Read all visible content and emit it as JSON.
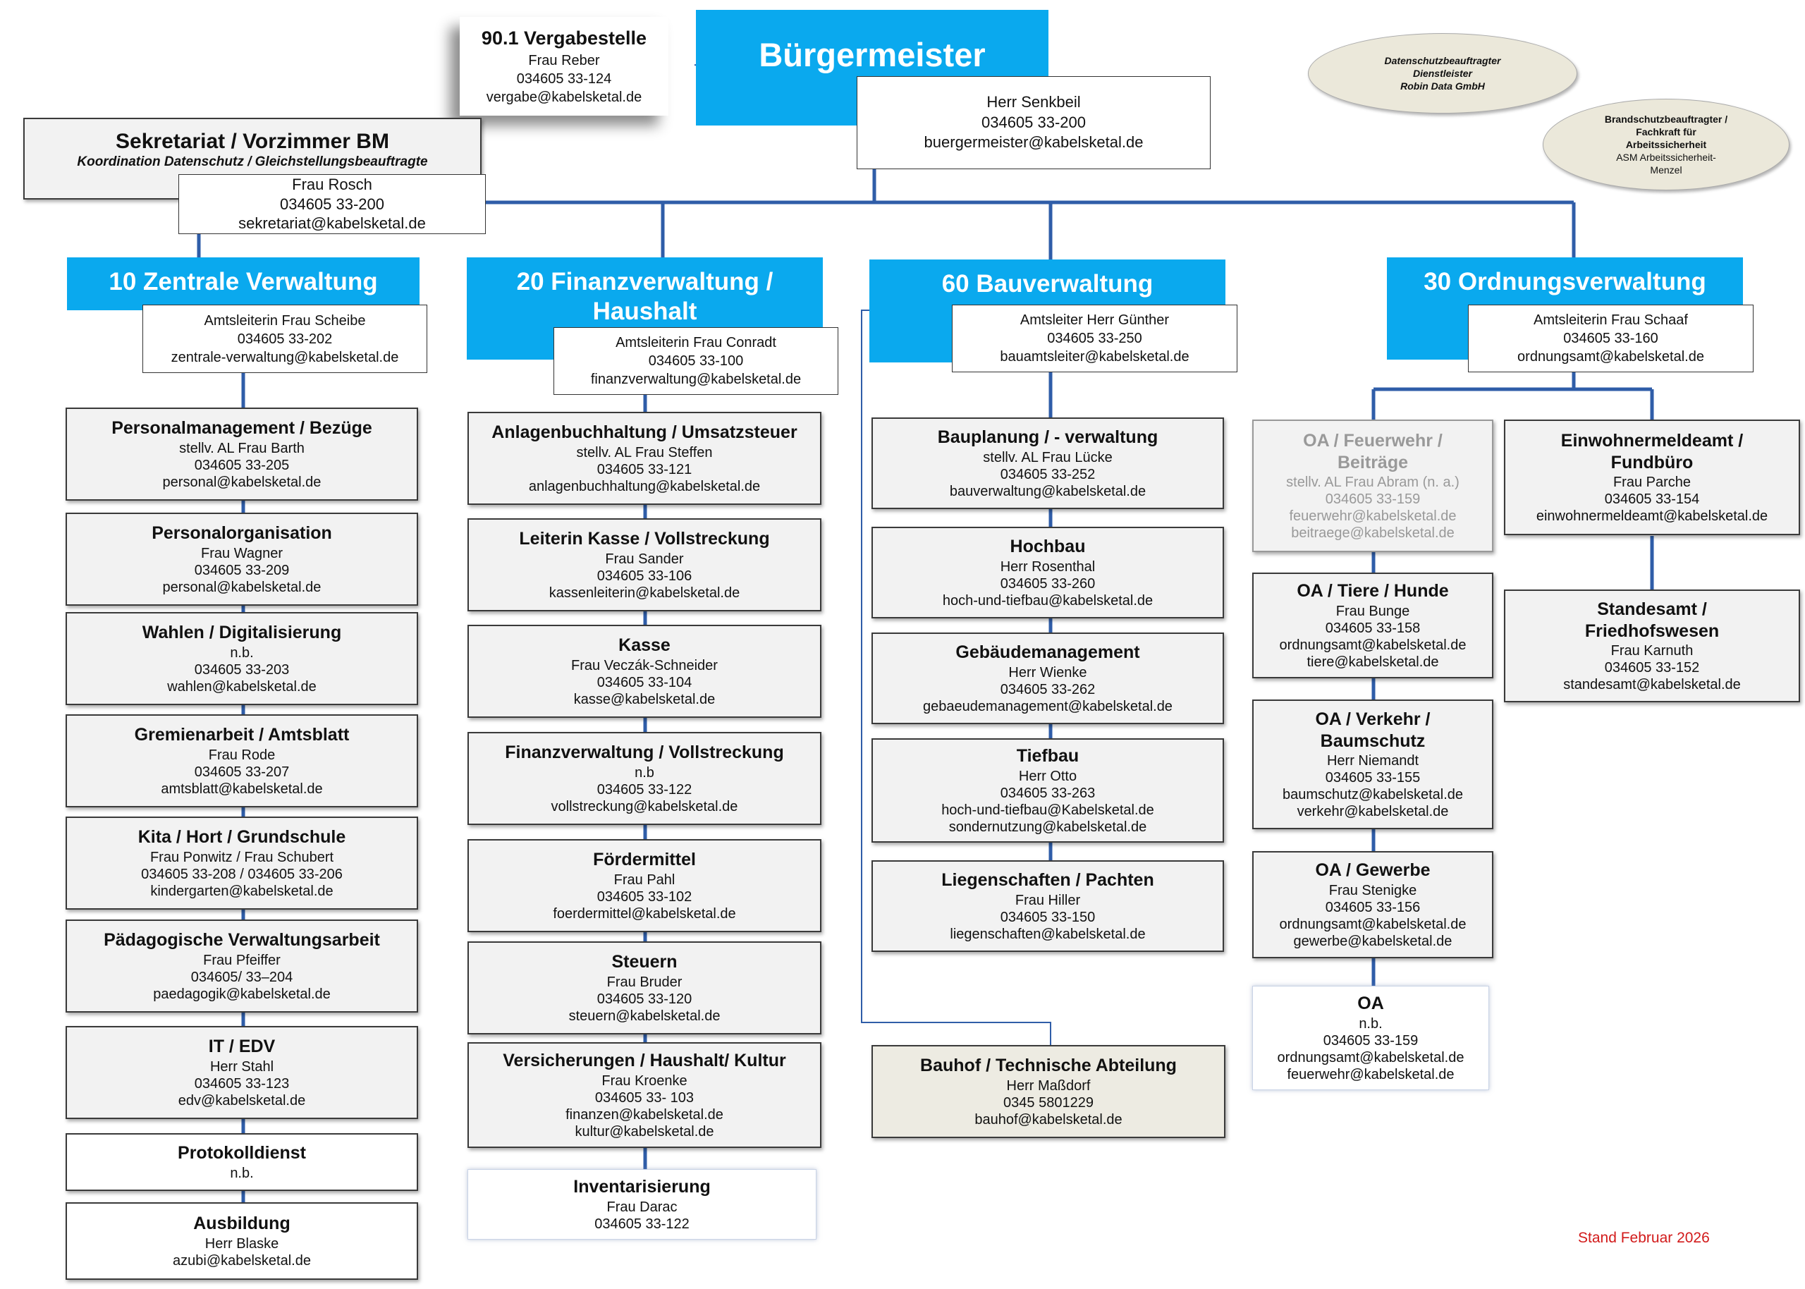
{
  "colors": {
    "accent": "#0aa9ee",
    "lines": "#2f5da8",
    "stand": "#d21a1a"
  },
  "mayor": {
    "title": "Bürgermeister",
    "name": "Herr Senkbeil",
    "phone": "034605 33-200",
    "email": "buergermeister@kabelsketal.de"
  },
  "vergabe": {
    "title": "90.1 Vergabestelle",
    "name": "Frau Reber",
    "phone": "034605 33-124",
    "email": "vergabe@kabelsketal.de"
  },
  "sekretariat": {
    "title": "Sekretariat / Vorzimmer BM",
    "subtitle": "Koordination Datenschutz / Gleichstellungsbeauftragte",
    "name": "Frau Rosch",
    "phone": "034605 33-200",
    "email": "sekretariat@kabelsketal.de"
  },
  "datenschutz": {
    "l1": "Datenschutzbeauftragter",
    "l2": "Dienstleister",
    "l3": "Robin Data GmbH"
  },
  "brandschutz": {
    "l1": "Brandschutzbeauftragter /",
    "l2": "Fachkraft für",
    "l3": "Arbeitssicherheit",
    "l4": "ASM Arbeitssicherheit-",
    "l5": "Menzel"
  },
  "departments": [
    {
      "title": "10 Zentrale Verwaltung",
      "head": "Amtsleiterin Frau Scheibe",
      "phone": "034605 33-202",
      "email": "zentrale-verwaltung@kabelsketal.de"
    },
    {
      "title": "20 Finanzverwaltung / Haushalt",
      "head": "Amtsleiterin Frau Conradt",
      "phone": "034605 33-100",
      "email": "finanzverwaltung@kabelsketal.de"
    },
    {
      "title": "60 Bauverwaltung",
      "head": "Amtsleiter Herr Günther",
      "phone": "034605 33-250",
      "email": "bauamtsleiter@kabelsketal.de"
    },
    {
      "title": "30 Ordnungsverwaltung",
      "head": "Amtsleiterin Frau Schaaf",
      "phone": "034605 33-160",
      "email": "ordnungsamt@kabelsketal.de"
    }
  ],
  "zentrale": [
    {
      "title": "Personalmanagement / Bezüge",
      "lines": [
        "stellv. AL Frau Barth",
        "034605 33-205",
        "personal@kabelsketal.de"
      ]
    },
    {
      "title": "Personalorganisation",
      "lines": [
        "Frau Wagner",
        "034605 33-209",
        "personal@kabelsketal.de"
      ]
    },
    {
      "title": "Wahlen / Digitalisierung",
      "lines": [
        "n.b.",
        "034605 33-203",
        "wahlen@kabelsketal.de"
      ]
    },
    {
      "title": "Gremienarbeit / Amtsblatt",
      "lines": [
        "Frau Rode",
        "034605 33-207",
        "amtsblatt@kabelsketal.de"
      ]
    },
    {
      "title": "Kita / Hort / Grundschule",
      "lines": [
        "Frau Ponwitz / Frau Schubert",
        "034605 33-208 / 034605 33-206",
        "kindergarten@kabelsketal.de"
      ]
    },
    {
      "title": "Pädagogische Verwaltungsarbeit",
      "lines": [
        "Frau Pfeiffer",
        "034605/ 33–204",
        "paedagogik@kabelsketal.de"
      ]
    },
    {
      "title": "IT / EDV",
      "lines": [
        "Herr Stahl",
        "034605 33-123",
        "edv@kabelsketal.de"
      ]
    },
    {
      "title": "Protokolldienst",
      "lines": [
        "n.b."
      ]
    },
    {
      "title": "Ausbildung",
      "lines": [
        "Herr Blaske",
        "azubi@kabelsketal.de"
      ]
    }
  ],
  "finanz": [
    {
      "title": "Anlagenbuchhaltung / Umsatzsteuer",
      "lines": [
        "stellv. AL Frau Steffen",
        "034605 33-121",
        "anlagenbuchhaltung@kabelsketal.de"
      ]
    },
    {
      "title": "Leiterin Kasse / Vollstreckung",
      "lines": [
        "Frau Sander",
        "034605 33-106",
        "kassenleiterin@kabelsketal.de"
      ]
    },
    {
      "title": "Kasse",
      "lines": [
        "Frau Veczák-Schneider",
        "034605 33-104",
        "kasse@kabelsketal.de"
      ]
    },
    {
      "title": "Finanzverwaltung / Vollstreckung",
      "lines": [
        "n.b",
        "034605 33-122",
        "vollstreckung@kabelsketal.de"
      ]
    },
    {
      "title": "Fördermittel",
      "lines": [
        "Frau Pahl",
        "034605 33-102",
        "foerdermittel@kabelsketal.de"
      ]
    },
    {
      "title": "Steuern",
      "lines": [
        "Frau Bruder",
        "034605 33-120",
        "steuern@kabelsketal.de"
      ]
    },
    {
      "title": "Versicherungen / Haushalt/ Kultur",
      "lines": [
        "Frau Kroenke",
        "034605 33- 103",
        "finanzen@kabelsketal.de",
        "kultur@kabelsketal.de"
      ]
    },
    {
      "title": "Inventarisierung",
      "lines": [
        "Frau Darac",
        "034605 33-122"
      ]
    }
  ],
  "bau": [
    {
      "title": "Bauplanung / - verwaltung",
      "lines": [
        "stellv. AL Frau Lücke",
        "034605 33-252",
        "bauverwaltung@kabelsketal.de"
      ]
    },
    {
      "title": "Hochbau",
      "lines": [
        "Herr Rosenthal",
        "034605 33-260",
        "hoch-und-tiefbau@kabelsketal.de"
      ]
    },
    {
      "title": "Gebäudemanagement",
      "lines": [
        "Herr Wienke",
        "034605 33-262",
        "gebaeudemanagement@kabelsketal.de"
      ]
    },
    {
      "title": "Tiefbau",
      "lines": [
        "Herr Otto",
        "034605 33-263",
        "hoch-und-tiefbau@Kabelsketal.de",
        "sondernutzung@kabelsketal.de"
      ]
    },
    {
      "title": "Liegenschaften / Pachten",
      "lines": [
        "Frau Hiller",
        "034605 33-150",
        "liegenschaften@kabelsketal.de"
      ]
    },
    {
      "title": "Bauhof / Technische Abteilung",
      "lines": [
        "Herr Maßdorf",
        "0345 5801229",
        "bauhof@kabelsketal.de"
      ]
    }
  ],
  "ordnung_left": [
    {
      "title": "OA / Feuerwehr / Beiträge",
      "lines": [
        "stellv. AL Frau Abram (n. a.)",
        "034605 33-159",
        "feuerwehr@kabelsketal.de",
        "beitraege@kabelsketal.de"
      ]
    },
    {
      "title": "OA / Tiere / Hunde",
      "lines": [
        "Frau Bunge",
        "034605 33-158",
        "ordnungsamt@kabelsketal.de",
        "tiere@kabelsketal.de"
      ]
    },
    {
      "title": "OA / Verkehr / Baumschutz",
      "lines": [
        "Herr Niemandt",
        "034605 33-155",
        "baumschutz@kabelsketal.de",
        "verkehr@kabelsketal.de"
      ]
    },
    {
      "title": "OA / Gewerbe",
      "lines": [
        "Frau Stenigke",
        "034605 33-156",
        "ordnungsamt@kabelsketal.de",
        "gewerbe@kabelsketal.de"
      ]
    },
    {
      "title": "OA",
      "lines": [
        "n.b.",
        "034605 33-159",
        "ordnungsamt@kabelsketal.de",
        "feuerwehr@kabelsketal.de"
      ]
    }
  ],
  "ordnung_right": [
    {
      "title": "Einwohnermeldeamt / Fundbüro",
      "lines": [
        "Frau Parche",
        "034605 33-154",
        "einwohnermeldeamt@kabelsketal.de"
      ]
    },
    {
      "title": "Standesamt / Friedhofswesen",
      "lines": [
        "Frau Karnuth",
        "034605 33-152",
        "standesamt@kabelsketal.de"
      ]
    }
  ],
  "stand": "Stand Februar 2026"
}
